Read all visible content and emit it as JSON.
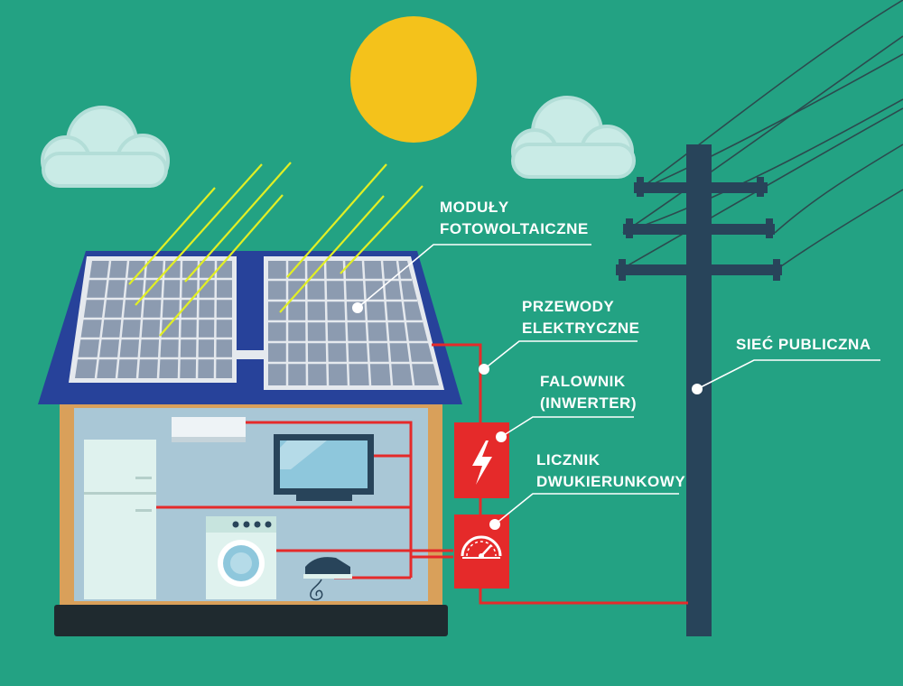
{
  "labels": {
    "modules": {
      "line1": "MODUŁY",
      "line2": "FOTOWOLTAICZNE"
    },
    "wires": {
      "line1": "PRZEWODY",
      "line2": "ELEKTRYCZNE"
    },
    "inverter": {
      "line1": "FALOWNIK",
      "line2": "(INWERTER)"
    },
    "meter": {
      "line1": "LICZNIK",
      "line2": "DWUKIERUNKOWY"
    },
    "grid": {
      "line1": "SIEĆ PUBLICZNA"
    }
  },
  "colors": {
    "background": "#23a283",
    "sun": "#f4c21b",
    "roof": "#27429a",
    "panel": "#8c9bb0",
    "wire": "#e52a2a",
    "pole": "#28445a",
    "cloud": "#c9ebe6",
    "sunray": "#e2ef24",
    "house_wall": "#d9a05a",
    "interior": "#a9c7d6"
  },
  "icons": {
    "inverter": "lightning-bolt-icon",
    "meter": "gauge-icon"
  }
}
